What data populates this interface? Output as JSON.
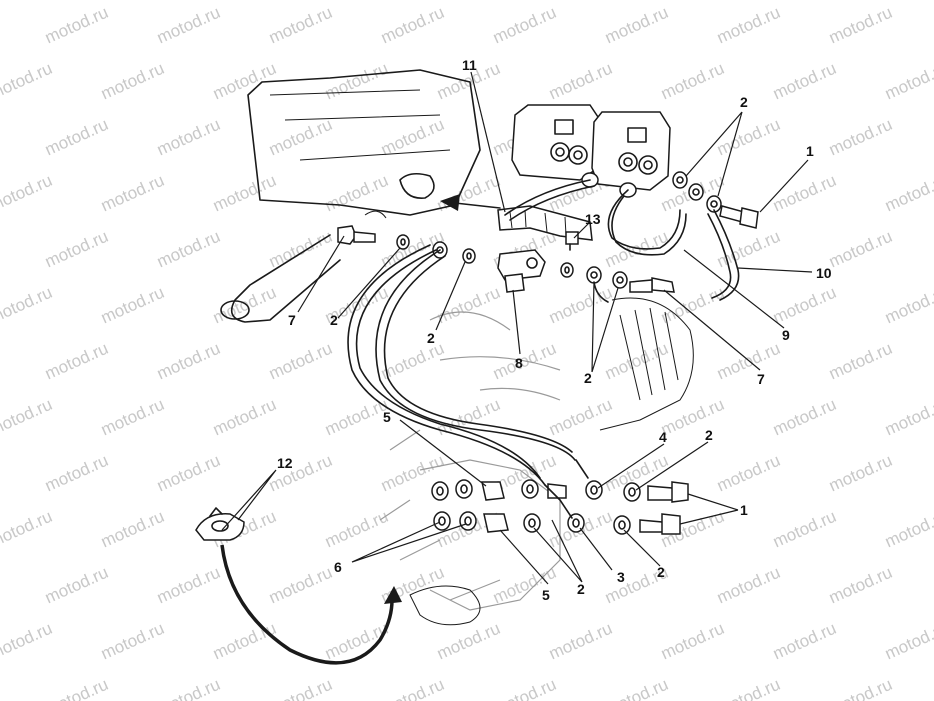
{
  "watermark": {
    "text": "motod.ru"
  },
  "callouts": [
    {
      "id": "c-11",
      "text": "11"
    },
    {
      "id": "c-2a",
      "text": "2"
    },
    {
      "id": "c-1a",
      "text": "1"
    },
    {
      "id": "c-13",
      "text": "13"
    },
    {
      "id": "c-10",
      "text": "10"
    },
    {
      "id": "c-7a",
      "text": "7"
    },
    {
      "id": "c-2b",
      "text": "2"
    },
    {
      "id": "c-2c",
      "text": "2"
    },
    {
      "id": "c-9",
      "text": "9"
    },
    {
      "id": "c-8",
      "text": "8"
    },
    {
      "id": "c-2d",
      "text": "2"
    },
    {
      "id": "c-7b",
      "text": "7"
    },
    {
      "id": "c-5a",
      "text": "5"
    },
    {
      "id": "c-4",
      "text": "4"
    },
    {
      "id": "c-2e",
      "text": "2"
    },
    {
      "id": "c-12",
      "text": "12"
    },
    {
      "id": "c-1b",
      "text": "1"
    },
    {
      "id": "c-6",
      "text": "6"
    },
    {
      "id": "c-3",
      "text": "3"
    },
    {
      "id": "c-2f",
      "text": "2"
    },
    {
      "id": "c-2g",
      "text": "2"
    },
    {
      "id": "c-5b",
      "text": "5"
    }
  ]
}
